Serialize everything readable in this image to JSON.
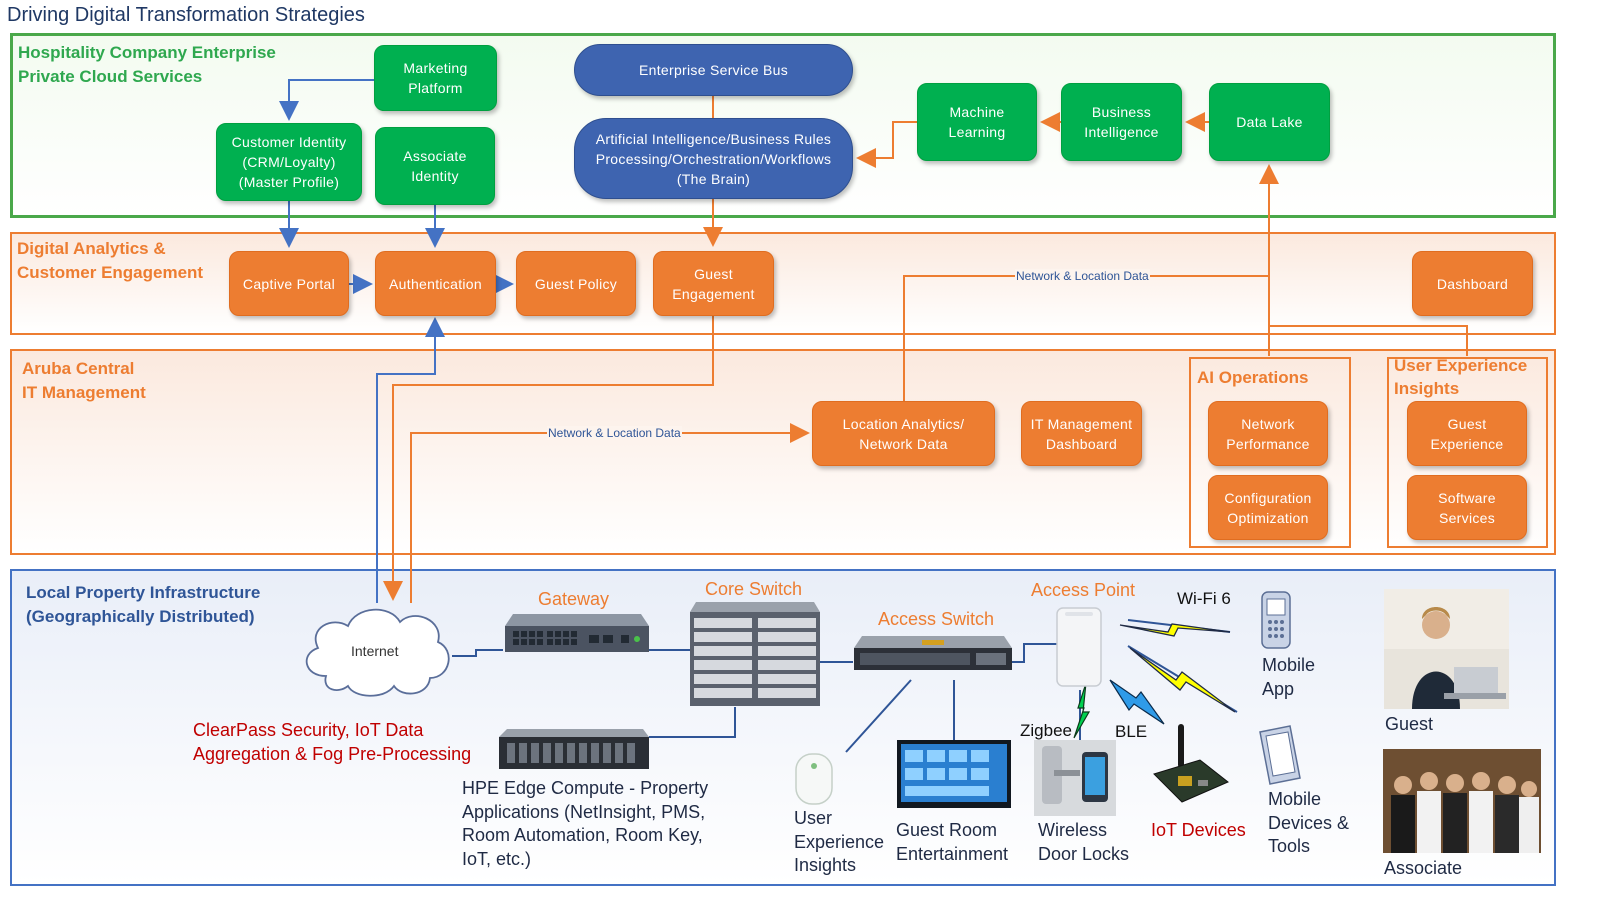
{
  "title": "Driving Digital Transformation Strategies",
  "sections": {
    "cloud": "Hospitality Company Enterprise\nPrivate Cloud Services",
    "analytics": "Digital Analytics &\nCustomer Engagement",
    "aruba": "Aruba Central\nIT Management",
    "local": "Local Property Infrastructure\n(Geographically Distributed)"
  },
  "cloud_nodes": {
    "marketing": "Marketing\nPlatform",
    "customer_identity": "Customer Identity\n(CRM/Loyalty)\n(Master Profile)",
    "associate_identity": "Associate\nIdentity",
    "esb": "Enterprise Service Bus",
    "ai_brain": "Artificial Intelligence/Business Rules\nProcessing/Orchestration/Workflows\n(The Brain)",
    "machine_learning": "Machine\nLearning",
    "business_intelligence": "Business\nIntelligence",
    "data_lake": "Data Lake"
  },
  "analytics_nodes": {
    "captive_portal": "Captive Portal",
    "authentication": "Authentication",
    "guest_policy": "Guest Policy",
    "guest_engagement": "Guest\nEngagement",
    "dashboard": "Dashboard"
  },
  "aruba_nodes": {
    "location_analytics": "Location Analytics/\nNetwork Data",
    "it_dashboard": "IT Management\nDashboard",
    "ai_ops_label": "AI Operations",
    "network_performance": "Network\nPerformance",
    "config_optimization": "Configuration\nOptimization",
    "ux_insights_label": "User Experience\nInsights",
    "guest_experience": "Guest\nExperience",
    "software_services": "Software\nServices"
  },
  "edge_labels": {
    "network_location_top": "Network & Location Data",
    "network_location_mid": "Network & Location Data"
  },
  "local": {
    "internet": "Internet",
    "gateway": "Gateway",
    "core_switch": "Core Switch",
    "access_switch": "Access Switch",
    "access_point": "Access Point",
    "wifi6": "Wi-Fi 6",
    "zigbee": "Zigbee",
    "ble": "BLE",
    "clearpass": "ClearPass Security, IoT Data\nAggregation & Fog Pre-Processing",
    "hpe_edge": "HPE Edge Compute - Property\nApplications (NetInsight, PMS,\nRoom Automation, Room Key,\nIoT, etc.)",
    "ux_insights": "User\nExperience\nInsights",
    "guest_room": "Guest Room\nEntertainment",
    "door_locks": "Wireless\nDoor Locks",
    "iot_devices": "IoT Devices",
    "mobile_app": "Mobile\nApp",
    "mobile_devices": "Mobile\nDevices &\nTools",
    "guest": "Guest",
    "associate": "Associate"
  },
  "colors": {
    "green": "#00b050",
    "orange": "#ed7d31",
    "blue": "#3e64b0",
    "line_blue": "#4472c4",
    "red": "#c00000"
  }
}
